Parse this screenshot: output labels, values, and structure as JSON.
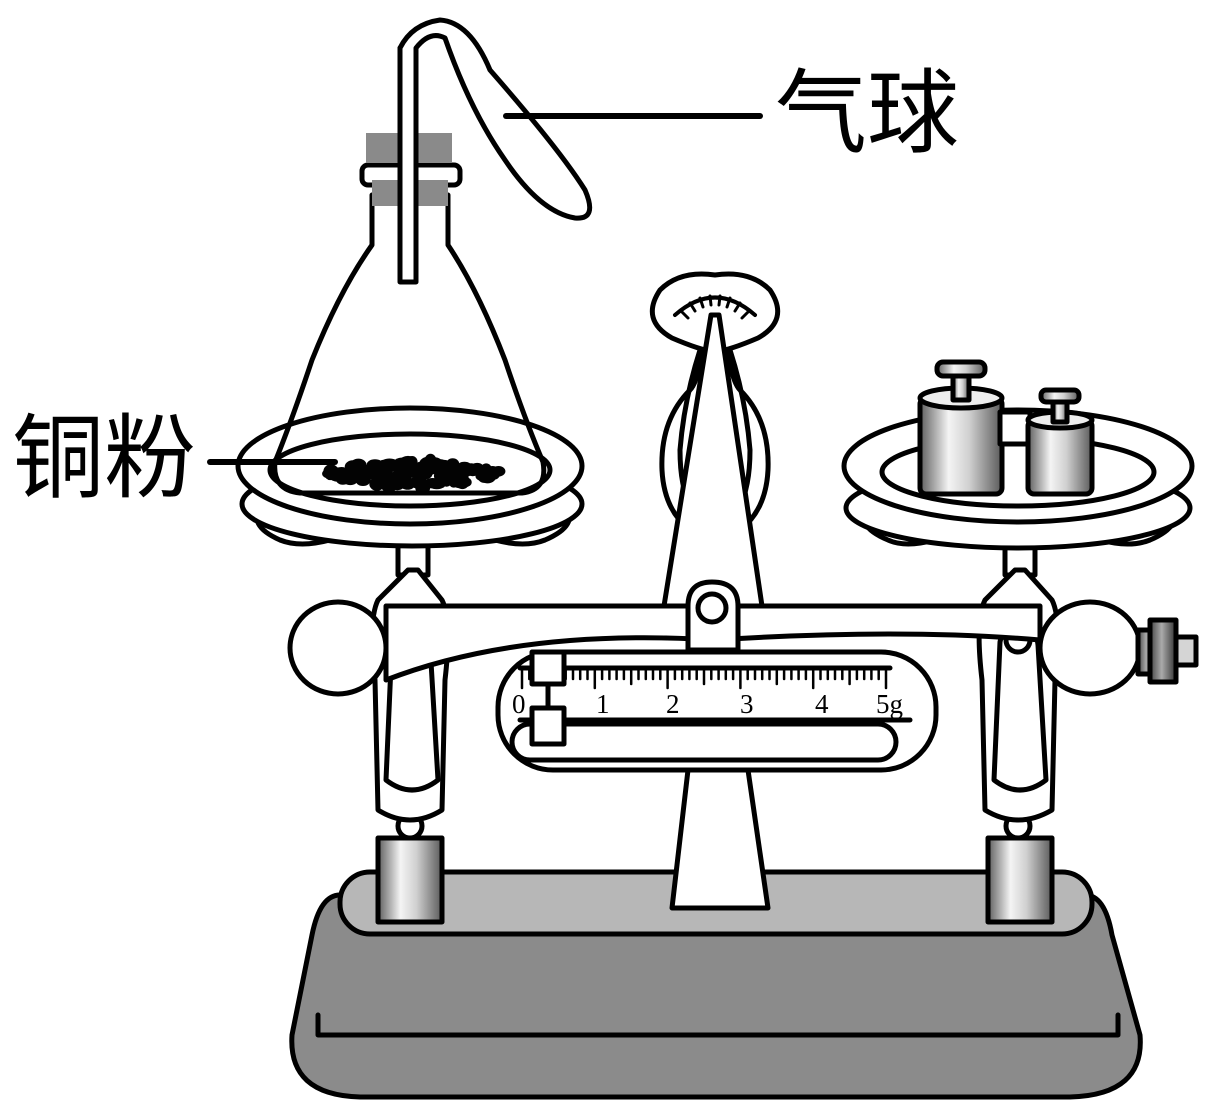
{
  "labels": {
    "balloon": "气球",
    "copper_powder": "铜粉"
  },
  "scale": {
    "ticks": [
      "0",
      "1",
      "2",
      "3",
      "4",
      "5g"
    ]
  },
  "colors": {
    "stroke": "#000000",
    "base_dark": "#888888",
    "base_light": "#b5b5b5",
    "stopper": "#8a8a8a",
    "metal_light": "#f2f2f2",
    "metal_dark": "#6d6d6d"
  }
}
